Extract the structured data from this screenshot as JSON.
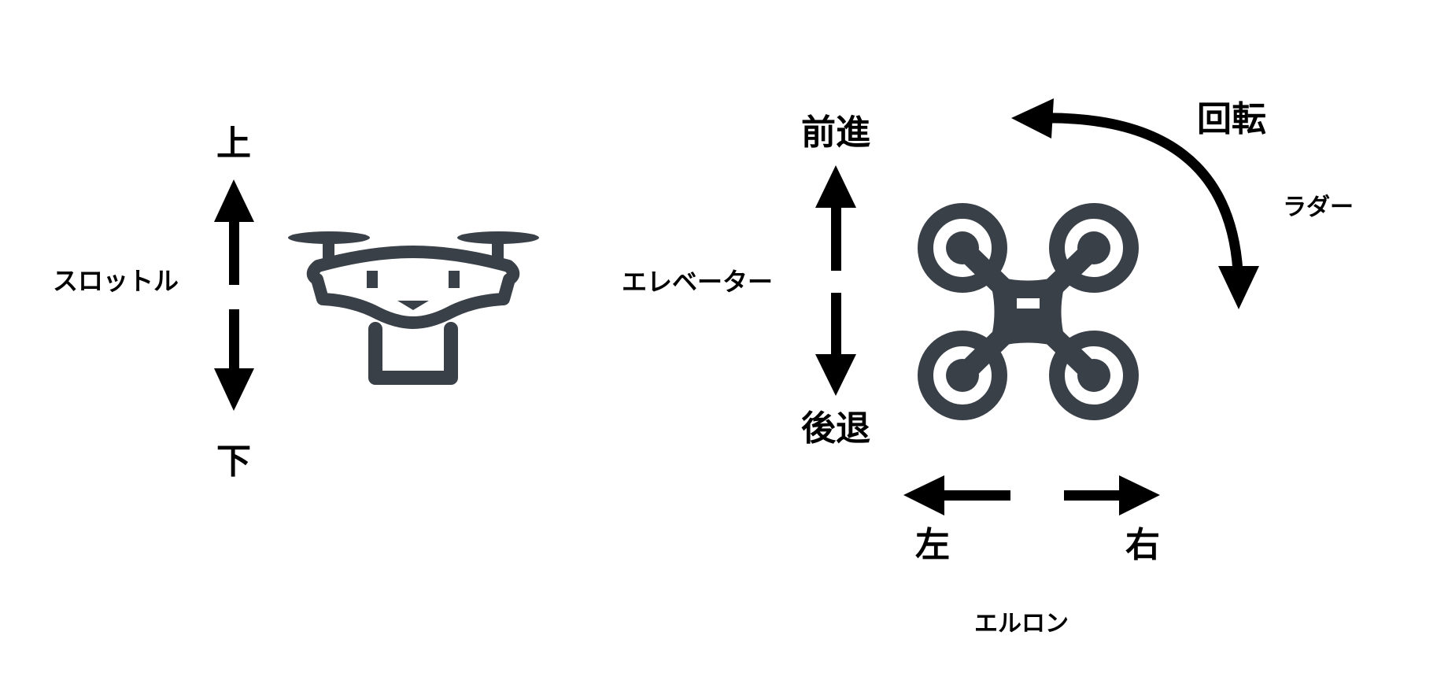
{
  "colors": {
    "arrow": "#000000",
    "drone": "#3a4048",
    "background": "#ffffff"
  },
  "throttle": {
    "label": "スロットル",
    "up": "上",
    "down": "下"
  },
  "elevator": {
    "label": "エレベーター",
    "forward": "前進",
    "backward": "後退"
  },
  "rudder": {
    "label": "ラダー",
    "rotate": "回転"
  },
  "aileron": {
    "label": "エルロン",
    "left": "左",
    "right": "右"
  },
  "icons": [
    "drone-side-view-icon",
    "quadcopter-top-view-icon"
  ]
}
